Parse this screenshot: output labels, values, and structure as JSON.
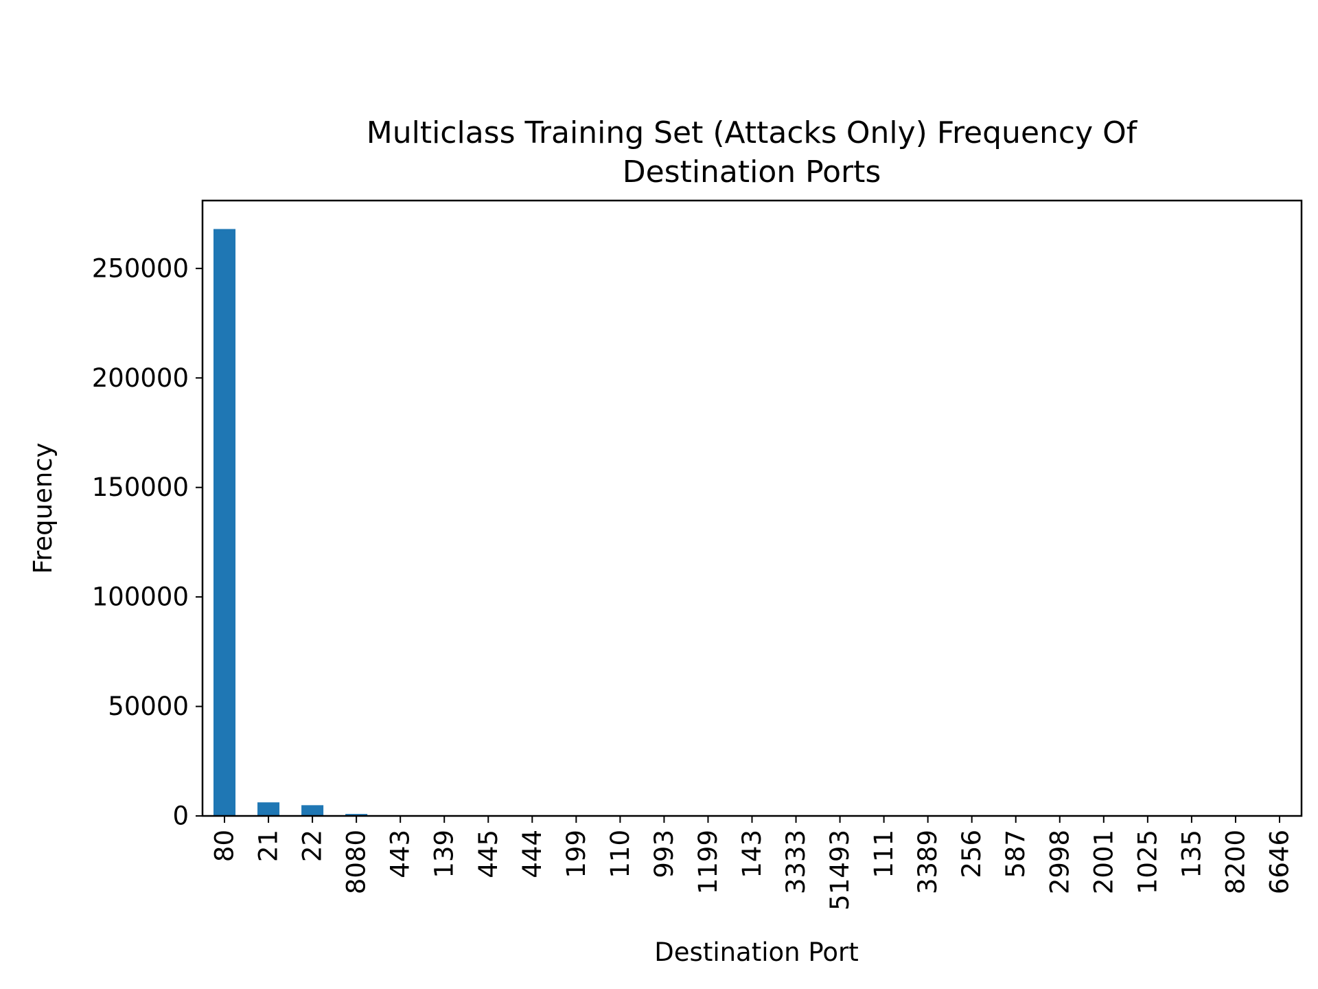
{
  "chart_data": {
    "type": "bar",
    "title_lines": [
      "Multiclass Training Set  (Attacks Only) Frequency Of",
      "Destination Ports"
    ],
    "xlabel": "Destination Port",
    "ylabel": "Frequency",
    "categories": [
      "80",
      "21",
      "22",
      "8080",
      "443",
      "139",
      "445",
      "444",
      "199",
      "110",
      "993",
      "1199",
      "143",
      "3333",
      "51493",
      "111",
      "3389",
      "256",
      "587",
      "2998",
      "2001",
      "1025",
      "135",
      "8200",
      "6646"
    ],
    "values": [
      268000,
      6200,
      4900,
      900,
      100,
      80,
      70,
      60,
      50,
      45,
      40,
      35,
      30,
      28,
      25,
      22,
      20,
      18,
      16,
      14,
      12,
      11,
      10,
      9,
      8
    ],
    "ylim": [
      0,
      281000
    ],
    "yticks": [
      0,
      50000,
      100000,
      150000,
      200000,
      250000
    ],
    "bar_color": "#1f77b4",
    "grid": false,
    "legend": false
  }
}
